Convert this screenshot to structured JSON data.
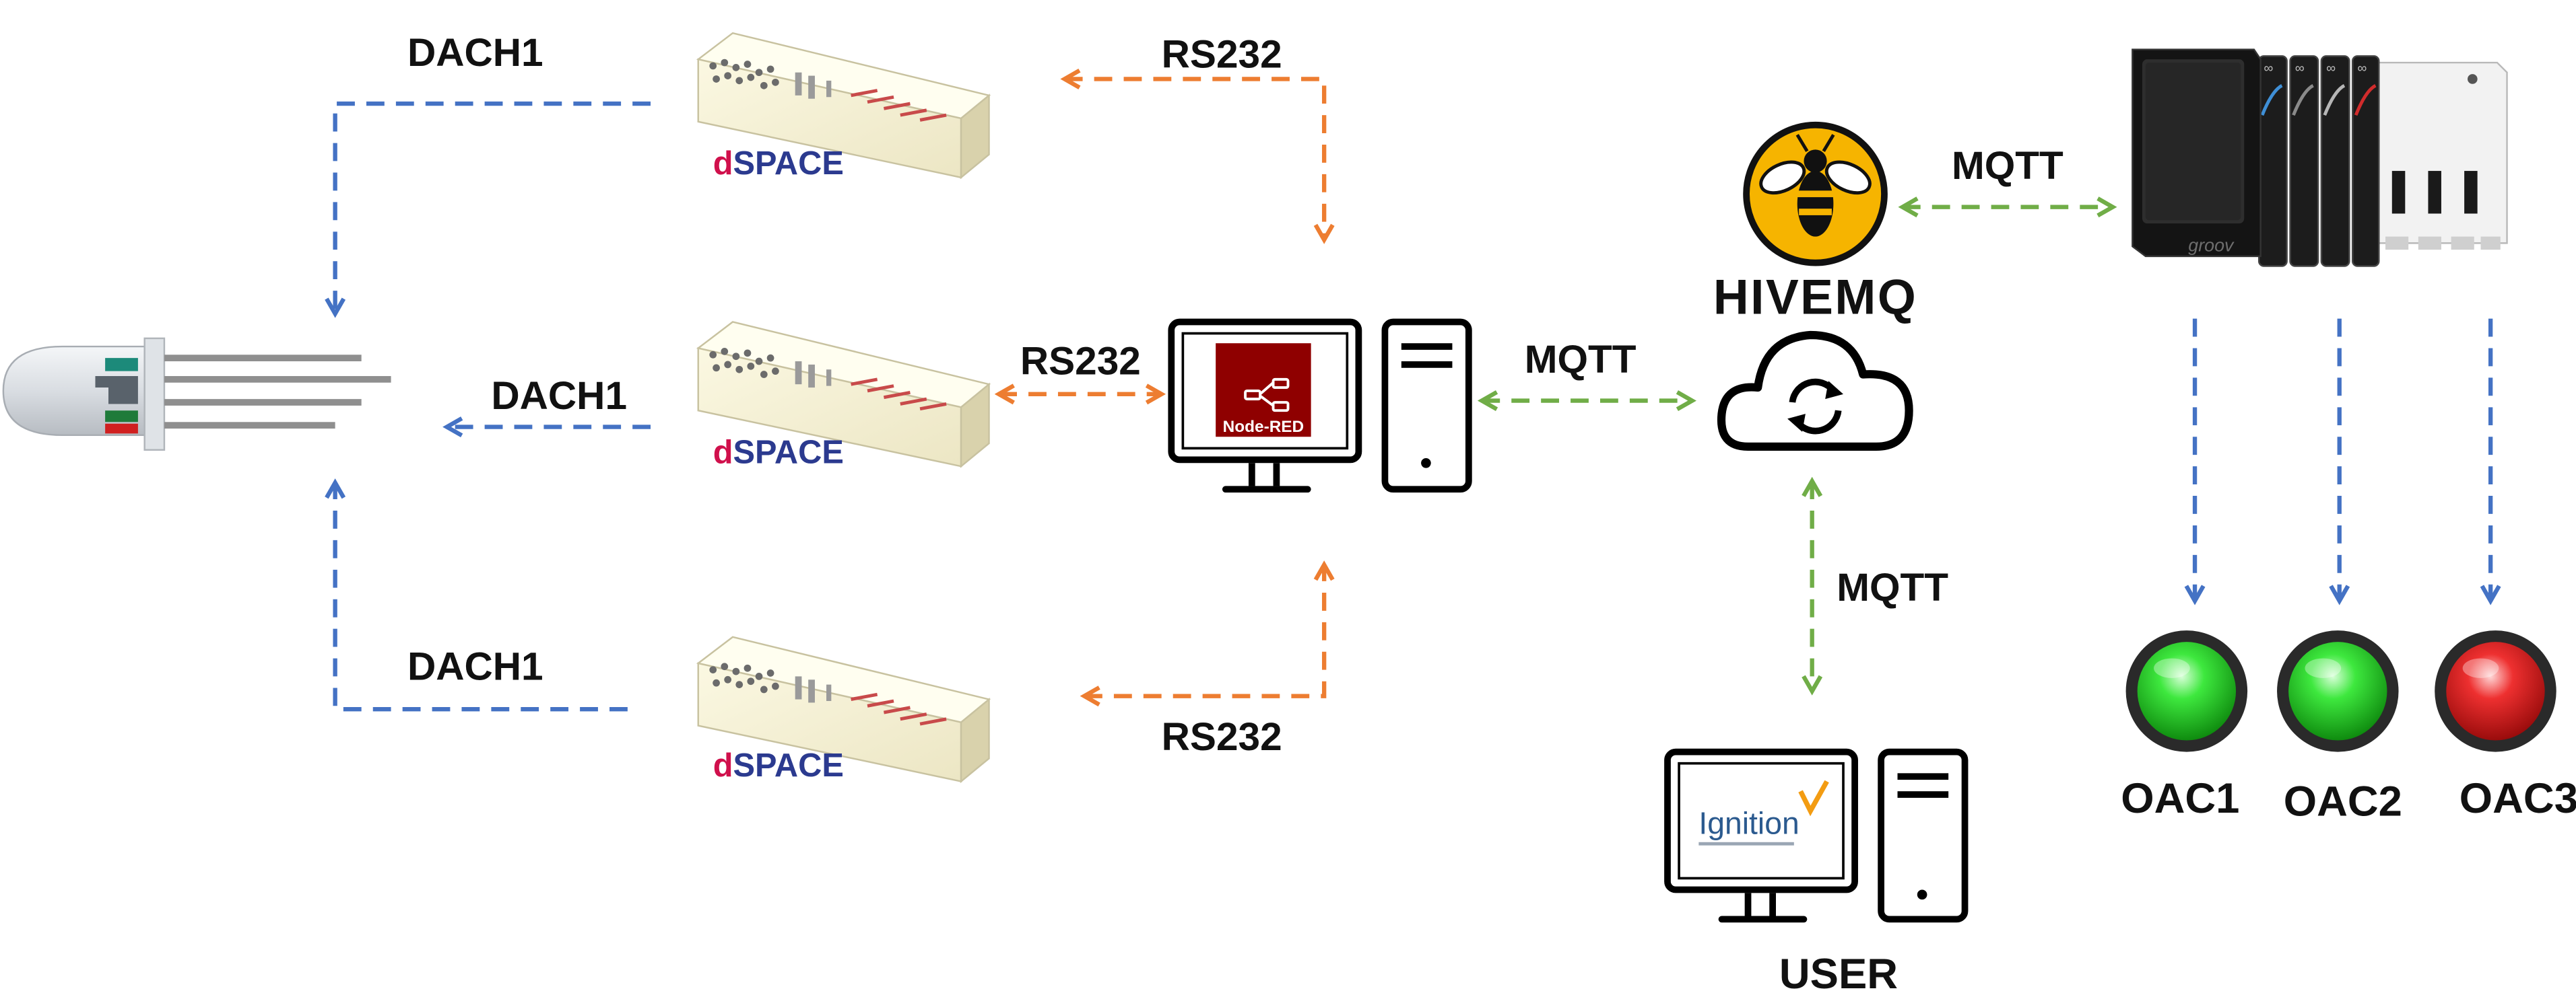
{
  "connections": {
    "dach_top": "DACH1",
    "dach_mid": "DACH1",
    "dach_bottom": "DACH1",
    "rs232_top": "RS232",
    "rs232_mid": "RS232",
    "rs232_bottom": "RS232",
    "mqtt_pc_cloud": "MQTT",
    "mqtt_hive_groov": "MQTT",
    "mqtt_cloud_user": "MQTT"
  },
  "devices": {
    "dspace_logo_d": "d",
    "dspace_logo_rest": "SPACE",
    "node_red_label": "Node-RED",
    "hivemq_logo": "HIVEMQ",
    "ignition_logo": "Ignition",
    "groov_logo": "groov",
    "user_label": "USER"
  },
  "indicators": [
    {
      "label": "OAC1",
      "color": "#22c422",
      "state": "green"
    },
    {
      "label": "OAC2",
      "color": "#22c422",
      "state": "green"
    },
    {
      "label": "OAC3",
      "color": "#d81e1e",
      "state": "red"
    }
  ],
  "colors": {
    "dach_arrow": "#4472c4",
    "rs232_arrow": "#ed7d31",
    "mqtt_arrow": "#70ad47",
    "dspace_red": "#d0104c",
    "dspace_blue": "#2b3a8f",
    "node_red_bg": "#8f0000",
    "hivemq_yellow": "#f6b400"
  }
}
